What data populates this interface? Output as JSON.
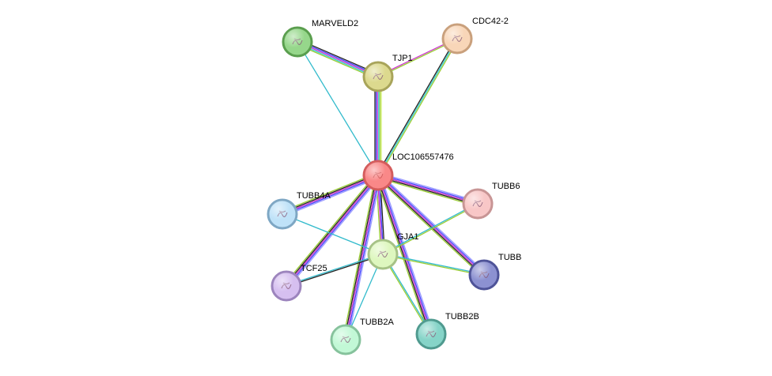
{
  "network": {
    "nodes": [
      {
        "id": "LOC106557476",
        "label": "LOC106557476",
        "fill": "#f98888",
        "stroke": "#d45c5c",
        "query": true
      },
      {
        "id": "MARVELD2",
        "label": "MARVELD2",
        "fill": "#96d78b",
        "stroke": "#5a9e4e"
      },
      {
        "id": "TJP1",
        "label": "TJP1",
        "fill": "#dcd98e",
        "stroke": "#a8a45a"
      },
      {
        "id": "CDC42-2",
        "label": "CDC42-2",
        "fill": "#f8d6b8",
        "stroke": "#c9a07c"
      },
      {
        "id": "TUBB4A",
        "label": "TUBB4A",
        "fill": "#bfe2f8",
        "stroke": "#7ea7c4"
      },
      {
        "id": "TUBB6",
        "label": "TUBB6",
        "fill": "#f8c7c7",
        "stroke": "#c89595"
      },
      {
        "id": "GJA1",
        "label": "GJA1",
        "fill": "#def7bf",
        "stroke": "#a6c286"
      },
      {
        "id": "TUBB",
        "label": "TUBB",
        "fill": "#8c91d1",
        "stroke": "#4e5398"
      },
      {
        "id": "TCF25",
        "label": "TCF25",
        "fill": "#d6bff0",
        "stroke": "#9c84bd"
      },
      {
        "id": "TUBB2A",
        "label": "TUBB2A",
        "fill": "#c2f8d6",
        "stroke": "#86c29c"
      },
      {
        "id": "TUBB2B",
        "label": "TUBB2B",
        "fill": "#86d4c8",
        "stroke": "#4f9a8f"
      }
    ],
    "edges": [
      {
        "source": "LOC106557476",
        "target": "TJP1",
        "colors": [
          "#222222",
          "#4444ff",
          "#cc33cc",
          "#33cccc",
          "#99cc33",
          "#ccee66"
        ]
      },
      {
        "source": "LOC106557476",
        "target": "CDC42-2",
        "colors": [
          "#222222",
          "#33cccc",
          "#99cc33"
        ]
      },
      {
        "source": "LOC106557476",
        "target": "MARVELD2",
        "colors": [
          "#33bbcc"
        ]
      },
      {
        "source": "LOC106557476",
        "target": "TUBB4A",
        "colors": [
          "#9999ff",
          "#4444ff",
          "#cc33cc",
          "#222222",
          "#99cc33"
        ]
      },
      {
        "source": "LOC106557476",
        "target": "TUBB6",
        "colors": [
          "#9999ff",
          "#4444ff",
          "#cc33cc",
          "#222222",
          "#99cc33"
        ]
      },
      {
        "source": "LOC106557476",
        "target": "GJA1",
        "colors": [
          "#222222",
          "#4444ff",
          "#cc33cc",
          "#99cc33"
        ]
      },
      {
        "source": "LOC106557476",
        "target": "TUBB",
        "colors": [
          "#9999ff",
          "#4444ff",
          "#cc33cc",
          "#222222",
          "#99cc33"
        ]
      },
      {
        "source": "LOC106557476",
        "target": "TCF25",
        "colors": [
          "#9999ff",
          "#4444ff",
          "#cc33cc",
          "#222222",
          "#99cc33"
        ]
      },
      {
        "source": "LOC106557476",
        "target": "TUBB2A",
        "colors": [
          "#9999ff",
          "#4444ff",
          "#cc33cc",
          "#222222",
          "#99cc33"
        ]
      },
      {
        "source": "LOC106557476",
        "target": "TUBB2B",
        "colors": [
          "#9999ff",
          "#4444ff",
          "#cc33cc",
          "#222222",
          "#99cc33"
        ]
      },
      {
        "source": "MARVELD2",
        "target": "TJP1",
        "colors": [
          "#222222",
          "#4444ff",
          "#cc33cc",
          "#33cccc",
          "#99cc33"
        ]
      },
      {
        "source": "TJP1",
        "target": "CDC42-2",
        "colors": [
          "#cc33cc",
          "#99cc33"
        ]
      },
      {
        "source": "GJA1",
        "target": "TUBB4A",
        "colors": [
          "#33bbcc"
        ]
      },
      {
        "source": "GJA1",
        "target": "TUBB6",
        "colors": [
          "#33bbcc",
          "#99cc33"
        ]
      },
      {
        "source": "GJA1",
        "target": "TUBB",
        "colors": [
          "#33bbcc",
          "#99cc33"
        ]
      },
      {
        "source": "GJA1",
        "target": "TCF25",
        "colors": [
          "#222222",
          "#33bbcc"
        ]
      },
      {
        "source": "GJA1",
        "target": "TUBB2A",
        "colors": [
          "#33bbcc"
        ]
      },
      {
        "source": "GJA1",
        "target": "TUBB2B",
        "colors": [
          "#33bbcc",
          "#99cc33"
        ]
      }
    ]
  }
}
